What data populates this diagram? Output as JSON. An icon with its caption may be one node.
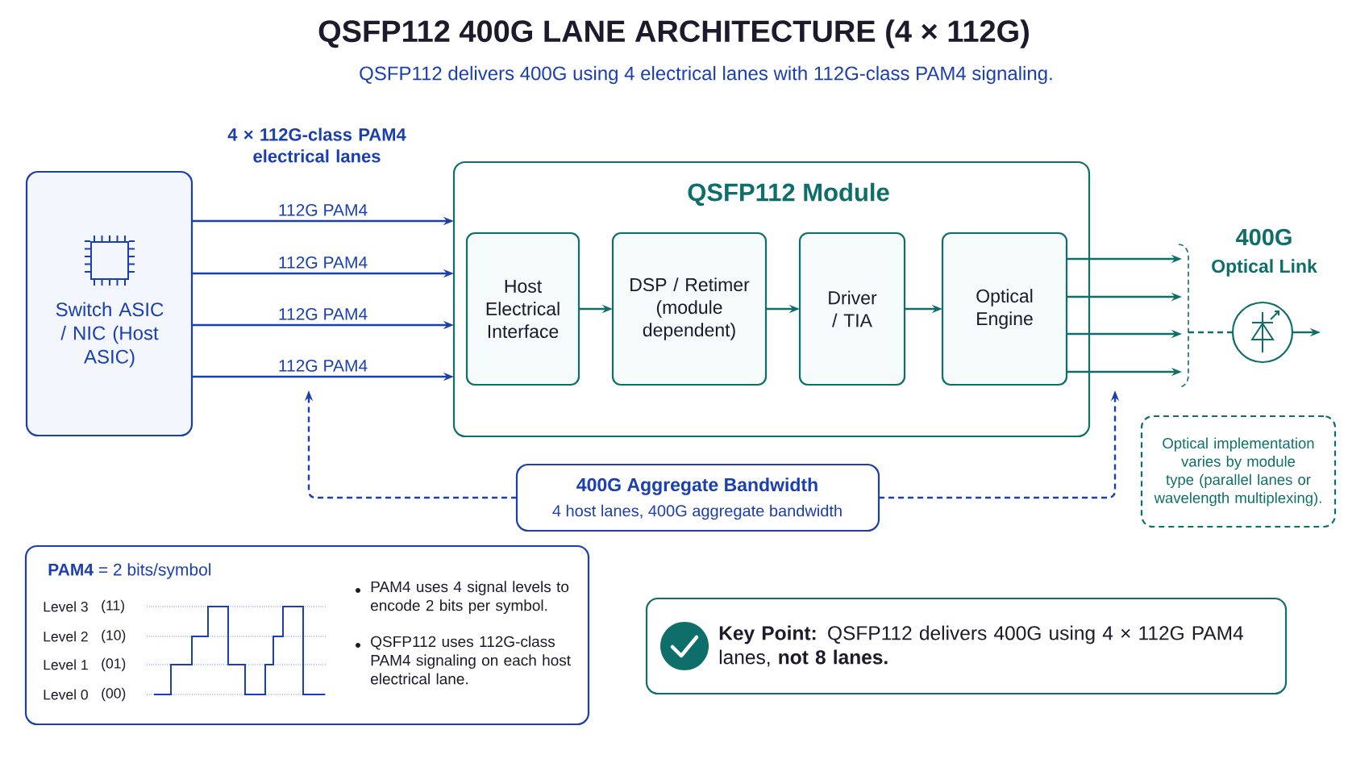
{
  "diagram": {
    "title": "QSFP112 400G LANE ARCHITECTURE (4 × 112G)",
    "nodes": [
      {
        "text": [
          "Switch ASIC / NIC (Host ASIC)"
        ]
      },
      {
        "text": [
          "QSFP112 Module"
        ]
      },
      {
        "text": [
          "Host Electrical Interface"
        ],
        "in": 1
      },
      {
        "text": [
          "DSP / Retimer (module dependent)"
        ],
        "in": 1
      },
      {
        "text": [
          "Driver / TIA"
        ],
        "in": 1
      },
      {
        "text": [
          "Optical Engine"
        ],
        "in": 1
      },
      {
        "text": [
          "400G",
          "Optical Link"
        ]
      },
      {
        "text": [
          "400G Aggregate Bandwidth",
          "4 host lanes, 400G aggregate bandwidth"
        ]
      },
      {
        "text": [
          "Optical implementation varies by module type (parallel lanes or wavelength multiplexing)."
        ]
      },
      {
        "text": [
          "**PAM4** = 2 bits/symbol",
          "Level 3",
          "(11)",
          "Level 2",
          "(10)",
          "Level 1",
          "(01)",
          "Level 0",
          "(00)",
          "PAM4 uses 4 signal levels to encode 2 bits per symbol.",
          "QSFP112 uses 112G-class PAM4 signaling on each host electrical lane."
        ]
      },
      {
        "text": [
          "**Key Point:** QSFP112 delivers 400G using 4 × 112G PAM4 lanes, **not 8 lanes.**"
        ]
      }
    ],
    "edges": [
      {
        "from": 0,
        "to": 1,
        "arrow": "to",
        "label": "112G PAM4",
        "color": "#1a3fb0"
      },
      {
        "from": 0,
        "to": 1,
        "arrow": "to",
        "label": "112G PAM4",
        "color": "#1a3fb0"
      },
      {
        "from": 0,
        "to": 1,
        "arrow": "to",
        "label": "112G PAM4",
        "color": "#1a3fb0"
      },
      {
        "from": 0,
        "to": 1,
        "arrow": "to",
        "label": "112G PAM4",
        "color": "#1a3fb0"
      },
      {
        "from": 2,
        "to": 3,
        "arrow": "to"
      },
      {
        "from": 3,
        "to": 4,
        "arrow": "to"
      },
      {
        "from": 4,
        "to": 5,
        "arrow": "to"
      },
      {
        "from": 5,
        "to": null,
        "arrow": "to"
      },
      {
        "from": 5,
        "to": null,
        "arrow": "to"
      },
      {
        "from": 5,
        "to": null,
        "arrow": "to"
      },
      {
        "from": 5,
        "to": null,
        "arrow": "to"
      },
      {
        "from": null,
        "to": 6,
        "arrow": "none",
        "style": "dashed"
      },
      {
        "from": 6,
        "to": null,
        "arrow": "to"
      },
      {
        "from": 7,
        "to": null,
        "arrow": "to",
        "style": "dashed",
        "color": "#1a3fb0"
      },
      {
        "from": 7,
        "to": null,
        "arrow": "to",
        "style": "dashed",
        "color": "#1a3fb0"
      }
    ],
    "labels": [
      "QSFP112 delivers 400G using 4 electrical lanes with 112G-class PAM4 signaling.",
      "4 × 112G-class PAM4 electrical lanes"
    ]
  }
}
